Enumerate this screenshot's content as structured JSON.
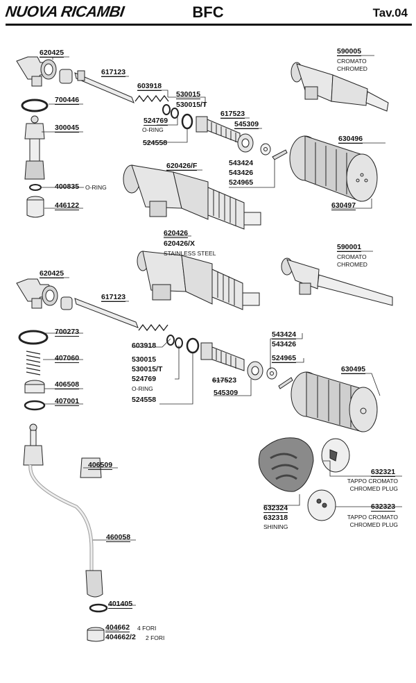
{
  "header": {
    "brand": "NUOVA RICAMBI",
    "model": "BFC",
    "page": "Tav.04"
  },
  "parts": [
    {
      "code": "620425"
    },
    {
      "code": "617123"
    },
    {
      "code": "700446"
    },
    {
      "code": "300045"
    },
    {
      "code": "603918"
    },
    {
      "code": "530015"
    },
    {
      "code": "530015/T"
    },
    {
      "code": "524769"
    },
    {
      "code": "524558"
    },
    {
      "code": "617523"
    },
    {
      "code": "545309"
    },
    {
      "code": "400835"
    },
    {
      "code": "446122"
    },
    {
      "code": "620426/F"
    },
    {
      "code": "543424"
    },
    {
      "code": "543426"
    },
    {
      "code": "524965"
    },
    {
      "code": "590005"
    },
    {
      "code": "630496"
    },
    {
      "code": "630497"
    },
    {
      "code": "620426"
    },
    {
      "code": "620426/X"
    },
    {
      "code": "590001"
    },
    {
      "code": "620425"
    },
    {
      "code": "617123"
    },
    {
      "code": "700273"
    },
    {
      "code": "603918"
    },
    {
      "code": "407060"
    },
    {
      "code": "530015"
    },
    {
      "code": "530015/T"
    },
    {
      "code": "524769"
    },
    {
      "code": "406508"
    },
    {
      "code": "407001"
    },
    {
      "code": "524558"
    },
    {
      "code": "617523"
    },
    {
      "code": "545309"
    },
    {
      "code": "543424"
    },
    {
      "code": "543426"
    },
    {
      "code": "524965"
    },
    {
      "code": "630495"
    },
    {
      "code": "406509"
    },
    {
      "code": "632321"
    },
    {
      "code": "632324"
    },
    {
      "code": "632318"
    },
    {
      "code": "632323"
    },
    {
      "code": "460058"
    },
    {
      "code": "401405"
    },
    {
      "code": "404662"
    },
    {
      "code": "404662/2"
    }
  ],
  "notes": {
    "o_ring": "O-RING",
    "cromato": "CROMATO",
    "chromed": "CHROMED",
    "stainless": "STAINLESS STEEL",
    "tappo": "TAPPO CROMATO",
    "plug": "CHROMED PLUG",
    "shining": "SHINING",
    "fori4": "4 FORI",
    "fori2": "2 FORI"
  }
}
